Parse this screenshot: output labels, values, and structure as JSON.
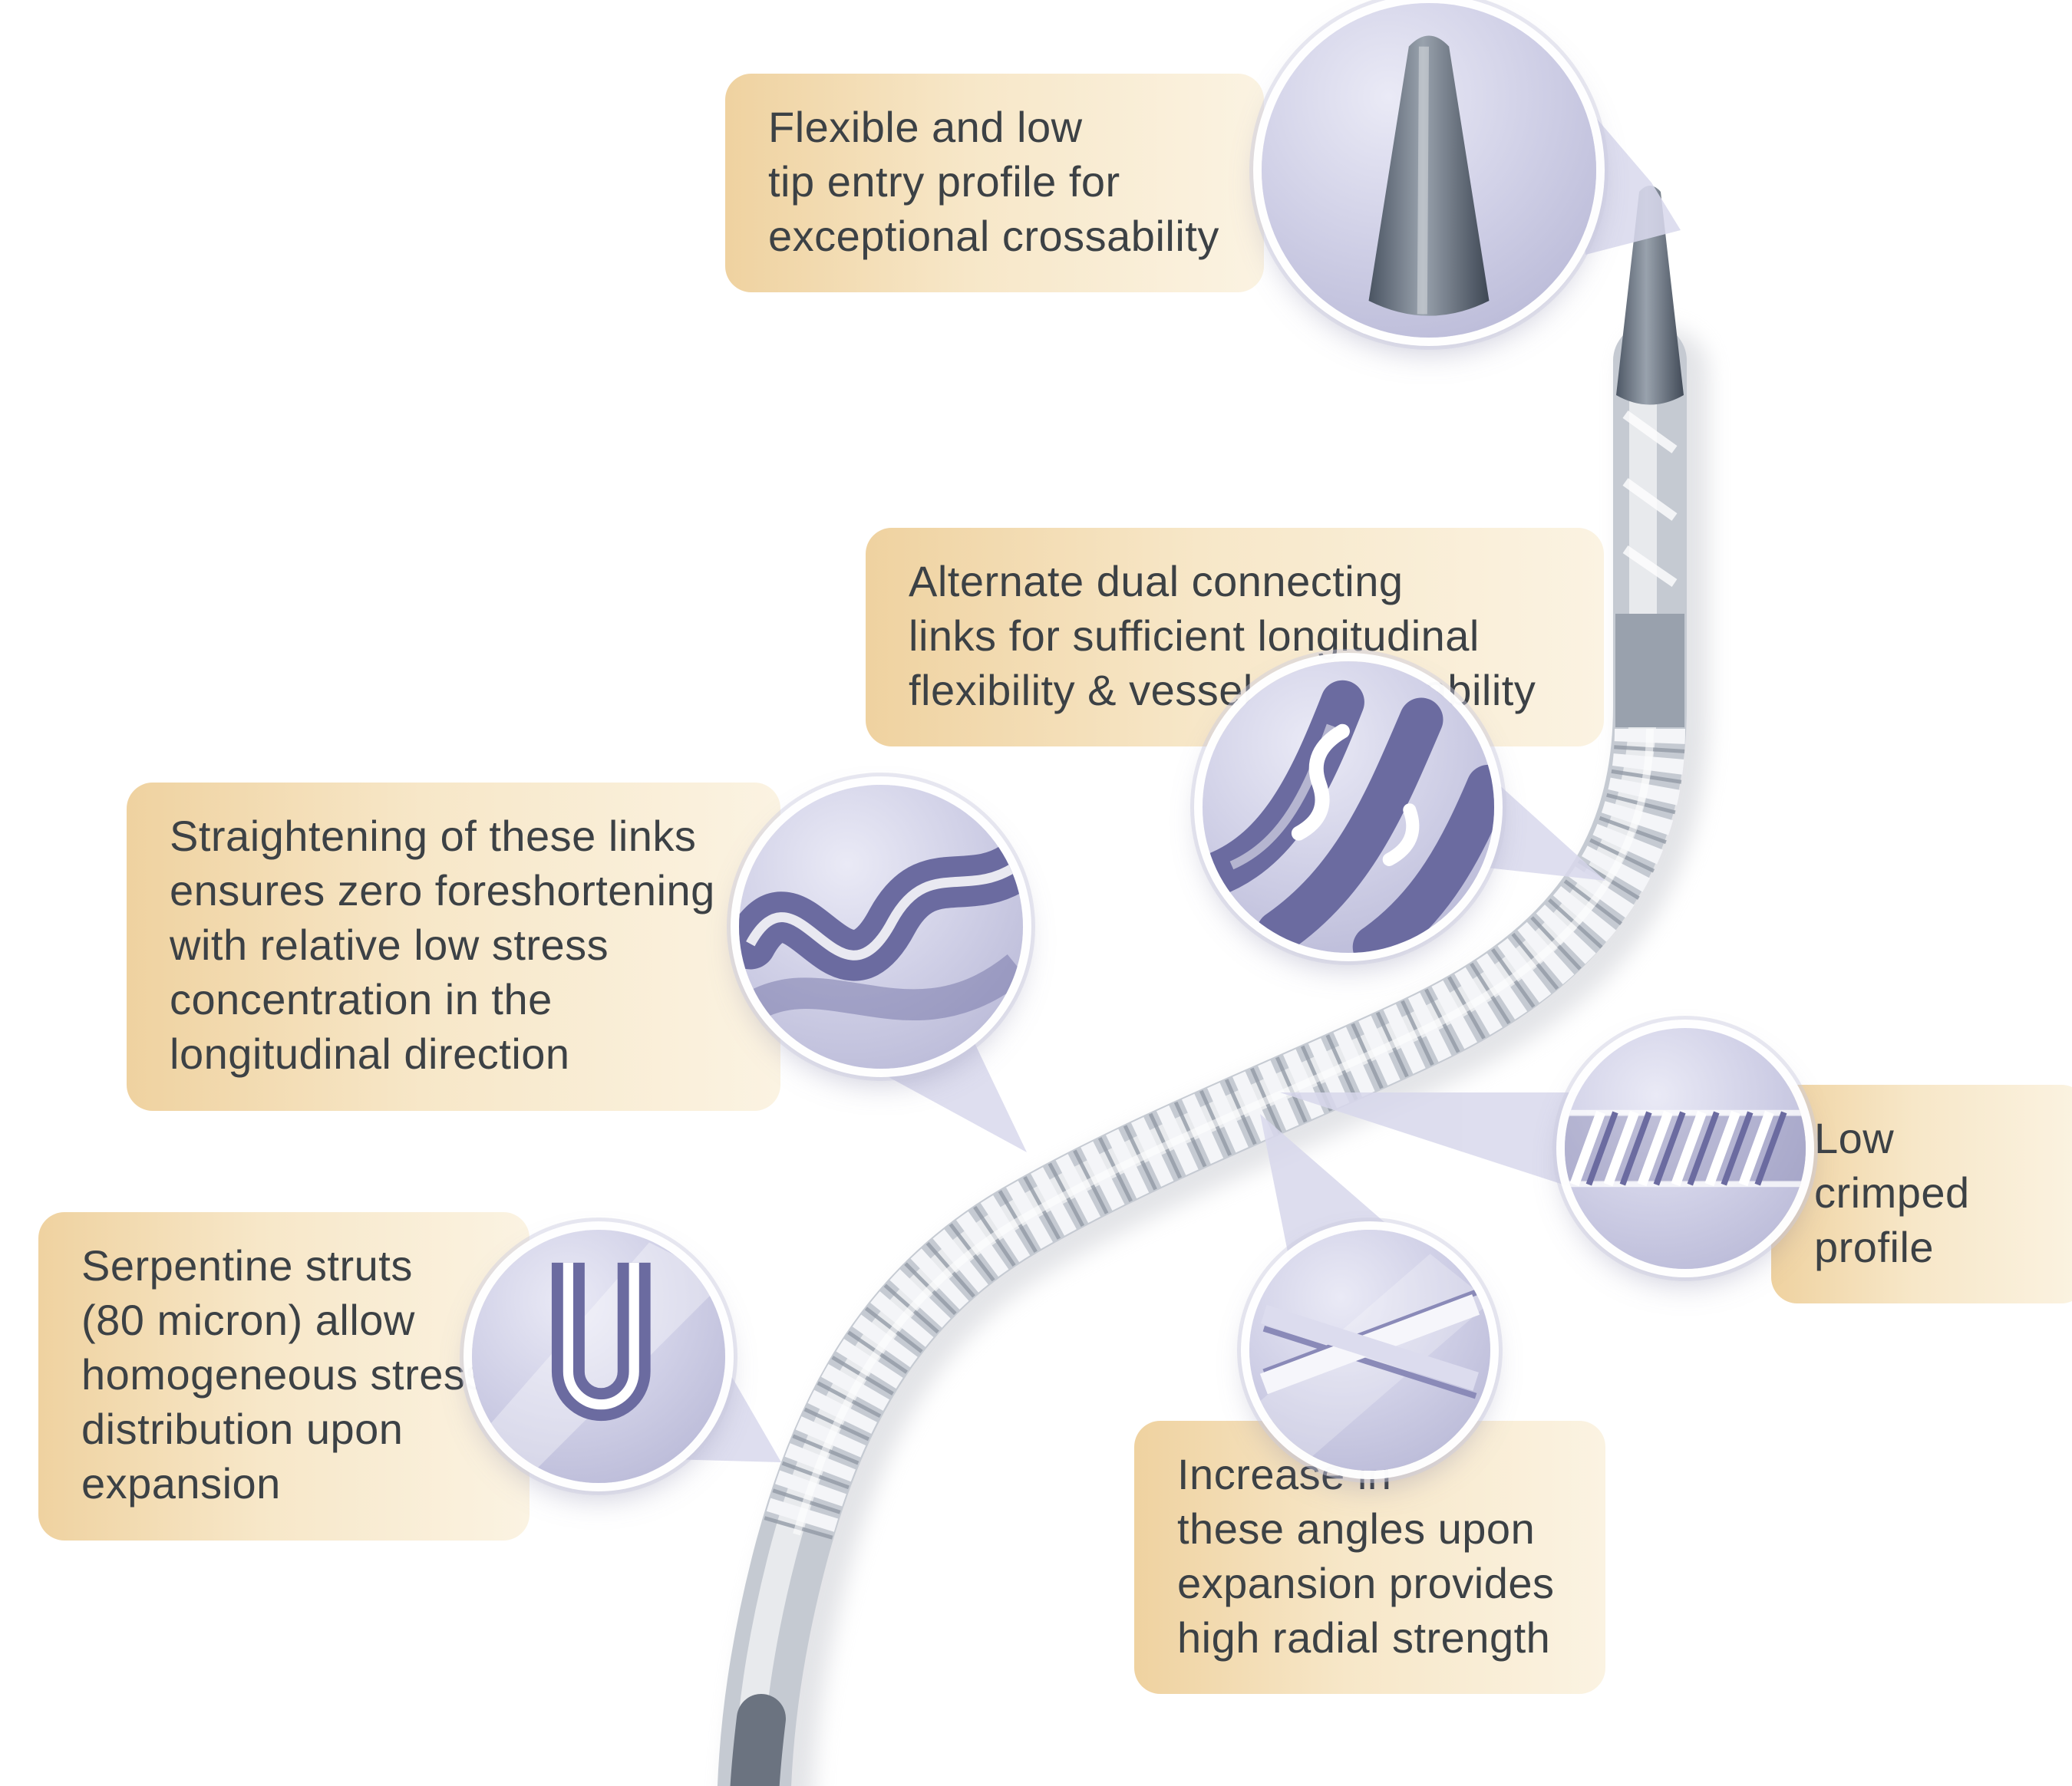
{
  "figure": {
    "name": "coronary-stent-design-features-diagram",
    "background": "#ffffff"
  },
  "colors": {
    "callout_bg_dark": "#efd2a0",
    "callout_bg_light": "#fbf3e2",
    "text": "#3c4145",
    "inset_bg": "#cfcfe6",
    "strut_purple": "#6b6ba0",
    "tip_gray": "#4a5462",
    "stent_metal": "#c5cad2",
    "wedge": "#d8d8ec"
  },
  "callouts": {
    "tip": {
      "text": "Flexible and low\ntip entry profile for\nexceptional crossability"
    },
    "links": {
      "text": "Alternate dual connecting\nlinks for sufficient longitudinal\nflexibility & vessel conformability"
    },
    "straightening": {
      "text": "Straightening of these links\nensures zero foreshortening\nwith relative low stress\nconcentration in the\nlongitudinal direction"
    },
    "serpentine": {
      "text": "Serpentine struts\n(80 micron) allow\nhomogeneous stress\ndistribution upon\nexpansion"
    },
    "crimped": {
      "text": "Low crimped\nprofile"
    },
    "angles": {
      "text": "Increase in\nthese angles upon\nexpansion provides\nhigh radial strength"
    }
  },
  "insets": {
    "tip": "magnified-catheter-tip",
    "links": "magnified-dual-connecting-links",
    "straightening": "magnified-link-strut",
    "serpentine": "magnified-serpentine-strut",
    "crimped": "magnified-crimped-profile",
    "angles": "magnified-strut-angles"
  }
}
